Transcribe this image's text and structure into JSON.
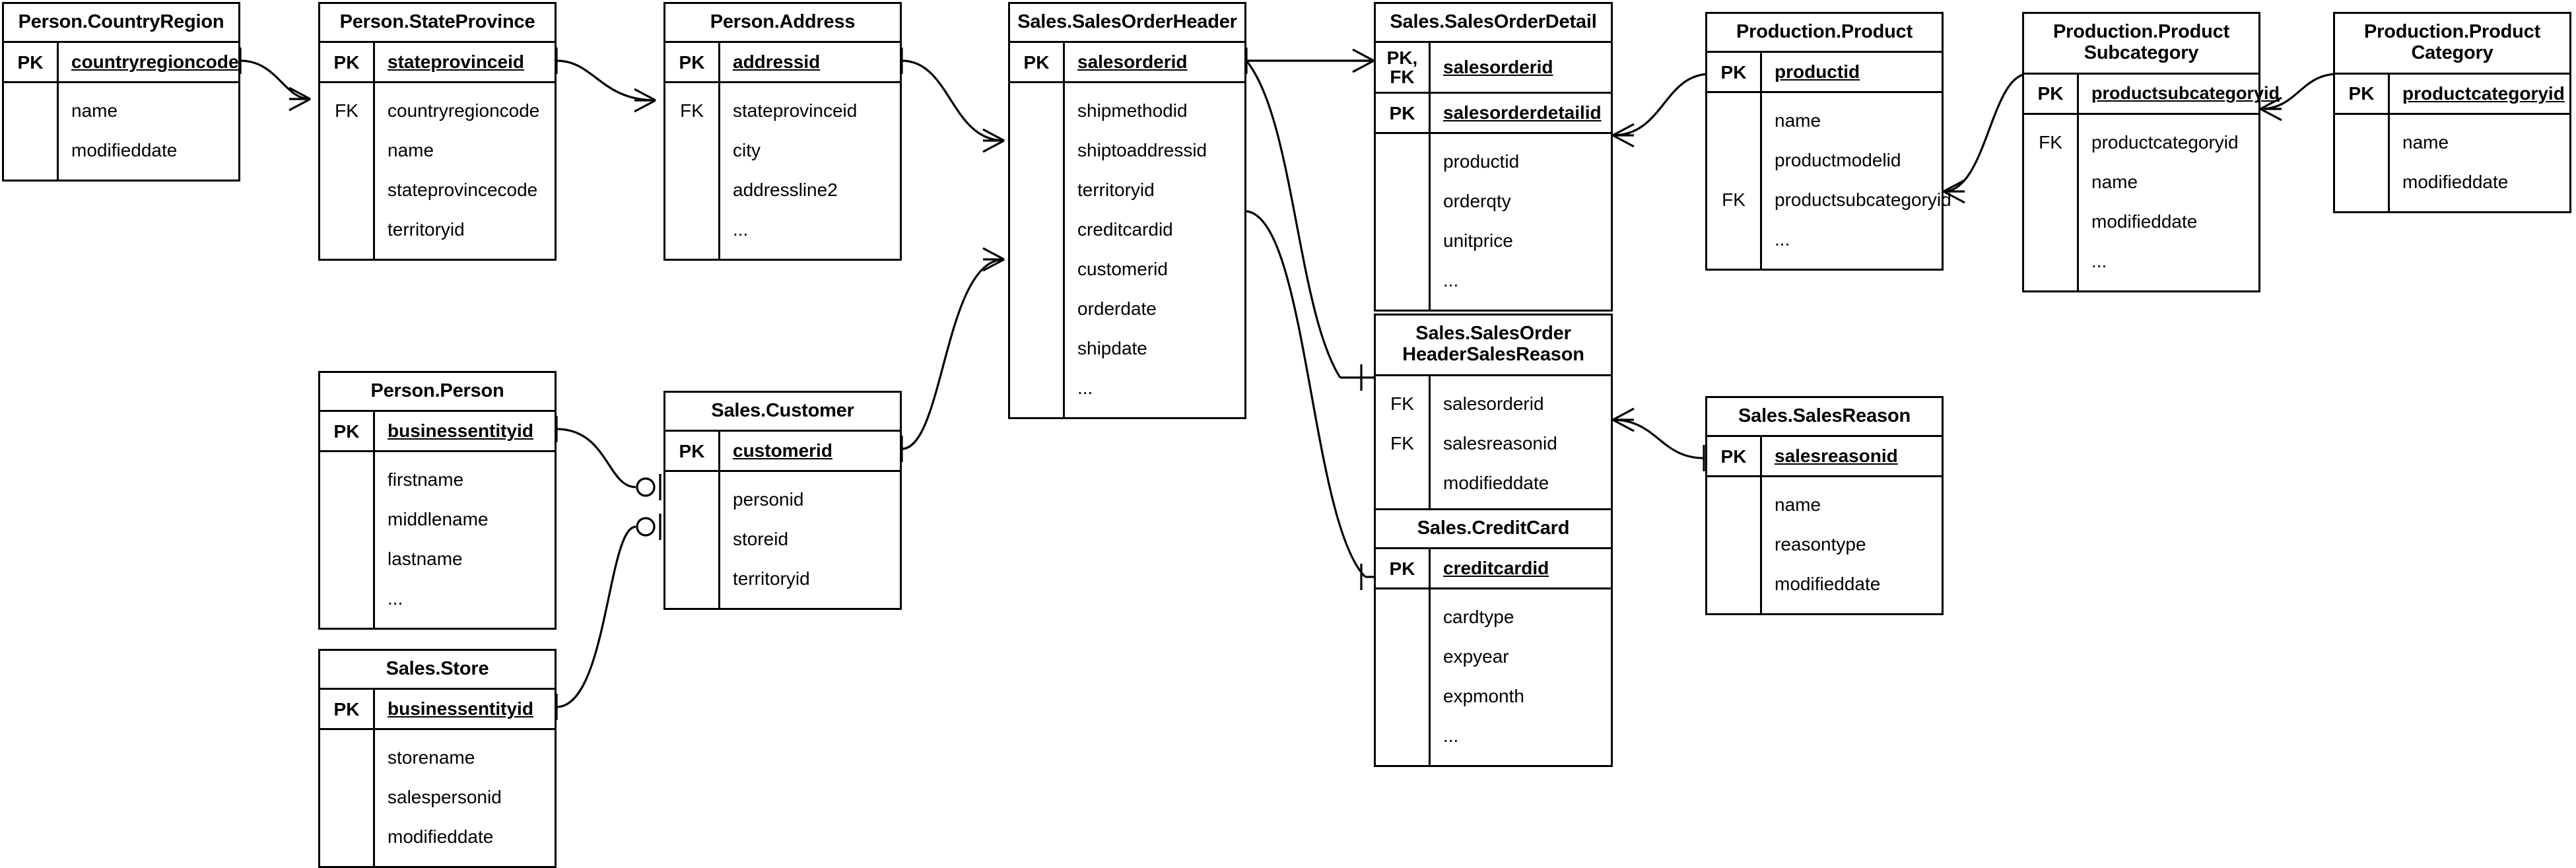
{
  "diagram": {
    "title": "AdventureWorks Sales ER Diagram",
    "notation": "crows-foot",
    "background_color": "#ffffff",
    "line_color": "#000000"
  },
  "entities": [
    {
      "id": "person-countryregion",
      "title": "Person.CountryRegion",
      "pk_rows": [
        {
          "key": "PK",
          "name": "countryregioncode"
        }
      ],
      "attributes": [
        {
          "key": "",
          "name": "name"
        },
        {
          "key": "",
          "name": "modifieddate"
        }
      ]
    },
    {
      "id": "person-stateprovince",
      "title": "Person.StateProvince",
      "pk_rows": [
        {
          "key": "PK",
          "name": "stateprovinceid"
        }
      ],
      "attributes": [
        {
          "key": "FK",
          "name": "countryregioncode"
        },
        {
          "key": "",
          "name": "name"
        },
        {
          "key": "",
          "name": "stateprovincecode"
        },
        {
          "key": "",
          "name": "territoryid"
        }
      ]
    },
    {
      "id": "person-address",
      "title": "Person.Address",
      "pk_rows": [
        {
          "key": "PK",
          "name": "addressid"
        }
      ],
      "attributes": [
        {
          "key": "FK",
          "name": "stateprovinceid"
        },
        {
          "key": "",
          "name": "city"
        },
        {
          "key": "",
          "name": "addressline2"
        },
        {
          "key": "",
          "name": "..."
        }
      ]
    },
    {
      "id": "sales-salesorderheader",
      "title": "Sales.SalesOrderHeader",
      "pk_rows": [
        {
          "key": "PK",
          "name": "salesorderid"
        }
      ],
      "attributes": [
        {
          "key": "",
          "name": "shipmethodid"
        },
        {
          "key": "",
          "name": "shiptoaddressid"
        },
        {
          "key": "",
          "name": "territoryid"
        },
        {
          "key": "",
          "name": "creditcardid"
        },
        {
          "key": "",
          "name": "customerid"
        },
        {
          "key": "",
          "name": "orderdate"
        },
        {
          "key": "",
          "name": "shipdate"
        },
        {
          "key": "",
          "name": "..."
        }
      ]
    },
    {
      "id": "sales-salesorderdetail",
      "title": "Sales.SalesOrderDetail",
      "pk_rows": [
        {
          "key": "PK,\nFK",
          "name": "salesorderid"
        },
        {
          "key": "PK",
          "name": "salesorderdetailid"
        }
      ],
      "attributes": [
        {
          "key": "",
          "name": "productid"
        },
        {
          "key": "",
          "name": "orderqty"
        },
        {
          "key": "",
          "name": "unitprice"
        },
        {
          "key": "",
          "name": "..."
        }
      ]
    },
    {
      "id": "production-product",
      "title": "Production.Product",
      "pk_rows": [
        {
          "key": "PK",
          "name": "productid"
        }
      ],
      "attributes": [
        {
          "key": "",
          "name": "name"
        },
        {
          "key": "",
          "name": "productmodelid"
        },
        {
          "key": "FK",
          "name": "productsubcategoryid"
        },
        {
          "key": "",
          "name": "..."
        }
      ]
    },
    {
      "id": "production-productsubcategory",
      "title": "Production.Product\nSubcategory",
      "pk_rows": [
        {
          "key": "PK",
          "name": "productsubcategoryid"
        }
      ],
      "attributes": [
        {
          "key": "FK",
          "name": "productcategoryid"
        },
        {
          "key": "",
          "name": "name"
        },
        {
          "key": "",
          "name": "modifieddate"
        },
        {
          "key": "",
          "name": "..."
        }
      ]
    },
    {
      "id": "production-productcategory",
      "title": "Production.Product\nCategory",
      "pk_rows": [
        {
          "key": "PK",
          "name": "productcategoryid"
        }
      ],
      "attributes": [
        {
          "key": "",
          "name": "name"
        },
        {
          "key": "",
          "name": "modifieddate"
        }
      ]
    },
    {
      "id": "person-person",
      "title": "Person.Person",
      "pk_rows": [
        {
          "key": "PK",
          "name": "businessentityid"
        }
      ],
      "attributes": [
        {
          "key": "",
          "name": "firstname"
        },
        {
          "key": "",
          "name": "middlename"
        },
        {
          "key": "",
          "name": "lastname"
        },
        {
          "key": "",
          "name": "..."
        }
      ]
    },
    {
      "id": "sales-customer",
      "title": "Sales.Customer",
      "pk_rows": [
        {
          "key": "PK",
          "name": "customerid"
        }
      ],
      "attributes": [
        {
          "key": "",
          "name": "personid"
        },
        {
          "key": "",
          "name": "storeid"
        },
        {
          "key": "",
          "name": "territoryid"
        }
      ]
    },
    {
      "id": "sales-store",
      "title": "Sales.Store",
      "pk_rows": [
        {
          "key": "PK",
          "name": "businessentityid"
        }
      ],
      "attributes": [
        {
          "key": "",
          "name": "storename"
        },
        {
          "key": "",
          "name": "salespersonid"
        },
        {
          "key": "",
          "name": "modifieddate"
        }
      ]
    },
    {
      "id": "sales-salesorderheadersalesreason",
      "title": "Sales.SalesOrder\nHeaderSalesReason",
      "pk_rows": [],
      "attributes": [
        {
          "key": "FK",
          "name": "salesorderid"
        },
        {
          "key": "FK",
          "name": "salesreasonid"
        },
        {
          "key": "",
          "name": "modifieddate"
        }
      ]
    },
    {
      "id": "sales-salesreason",
      "title": "Sales.SalesReason",
      "pk_rows": [
        {
          "key": "PK",
          "name": "salesreasonid"
        }
      ],
      "attributes": [
        {
          "key": "",
          "name": "name"
        },
        {
          "key": "",
          "name": "reasontype"
        },
        {
          "key": "",
          "name": "modifieddate"
        }
      ]
    },
    {
      "id": "sales-creditcard",
      "title": "Sales.CreditCard",
      "pk_rows": [
        {
          "key": "PK",
          "name": "creditcardid"
        }
      ],
      "attributes": [
        {
          "key": "",
          "name": "cardtype"
        },
        {
          "key": "",
          "name": "expyear"
        },
        {
          "key": "",
          "name": "expmonth"
        },
        {
          "key": "",
          "name": "..."
        }
      ]
    }
  ],
  "relationships": [
    {
      "from": "person-countryregion.countryregioncode",
      "to": "person-stateprovince.countryregioncode",
      "from_cardinality": "one",
      "to_cardinality": "many"
    },
    {
      "from": "person-stateprovince.stateprovinceid",
      "to": "person-address.stateprovinceid",
      "from_cardinality": "one",
      "to_cardinality": "many"
    },
    {
      "from": "person-address.addressid",
      "to": "sales-salesorderheader.shiptoaddressid",
      "from_cardinality": "one",
      "to_cardinality": "many"
    },
    {
      "from": "sales-salesorderheader.salesorderid",
      "to": "sales-salesorderdetail.salesorderid",
      "from_cardinality": "one",
      "to_cardinality": "many"
    },
    {
      "from": "sales-salesorderheader.salesorderid",
      "to": "sales-salesorderheadersalesreason.salesorderid",
      "from_cardinality": "one",
      "to_cardinality": "many"
    },
    {
      "from": "sales-salesorderdetail.productid",
      "to": "production-product.productid",
      "from_cardinality": "many",
      "to_cardinality": "one"
    },
    {
      "from": "production-product.productsubcategoryid",
      "to": "production-productsubcategory.productsubcategoryid",
      "from_cardinality": "many",
      "to_cardinality": "one"
    },
    {
      "from": "production-productsubcategory.productcategoryid",
      "to": "production-productcategory.productcategoryid",
      "from_cardinality": "many",
      "to_cardinality": "one"
    },
    {
      "from": "sales-salesorderheadersalesreason.salesreasonid",
      "to": "sales-salesreason.salesreasonid",
      "from_cardinality": "many",
      "to_cardinality": "one"
    },
    {
      "from": "sales-salesorderheader.creditcardid",
      "to": "sales-creditcard.creditcardid",
      "from_cardinality": "many",
      "to_cardinality": "one"
    },
    {
      "from": "sales-customer.customerid",
      "to": "sales-salesorderheader.customerid",
      "from_cardinality": "one",
      "to_cardinality": "many"
    },
    {
      "from": "person-person.businessentityid",
      "to": "sales-customer.personid",
      "from_cardinality": "one",
      "to_cardinality": "zero-or-one"
    },
    {
      "from": "sales-store.businessentityid",
      "to": "sales-customer.storeid",
      "from_cardinality": "one",
      "to_cardinality": "zero-or-one"
    }
  ]
}
